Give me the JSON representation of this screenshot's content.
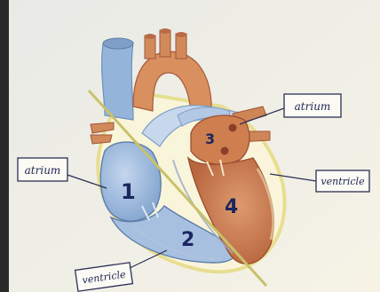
{
  "labels": {
    "atrium_left": "atrium",
    "atrium_right": "atrium",
    "ventricle_right": "ventricle",
    "ventricle_bottom": "ventricle"
  },
  "chambers": {
    "one": "1",
    "two": "2",
    "three": "3",
    "four": "4"
  },
  "colors": {
    "paper": "#f3f1ea",
    "blue_side": "#8fb0d6",
    "red_side": "#c9774f",
    "outline_pencil": "#d7c48a",
    "label_ink": "#1f2552",
    "number_ink": "#1c2560"
  }
}
